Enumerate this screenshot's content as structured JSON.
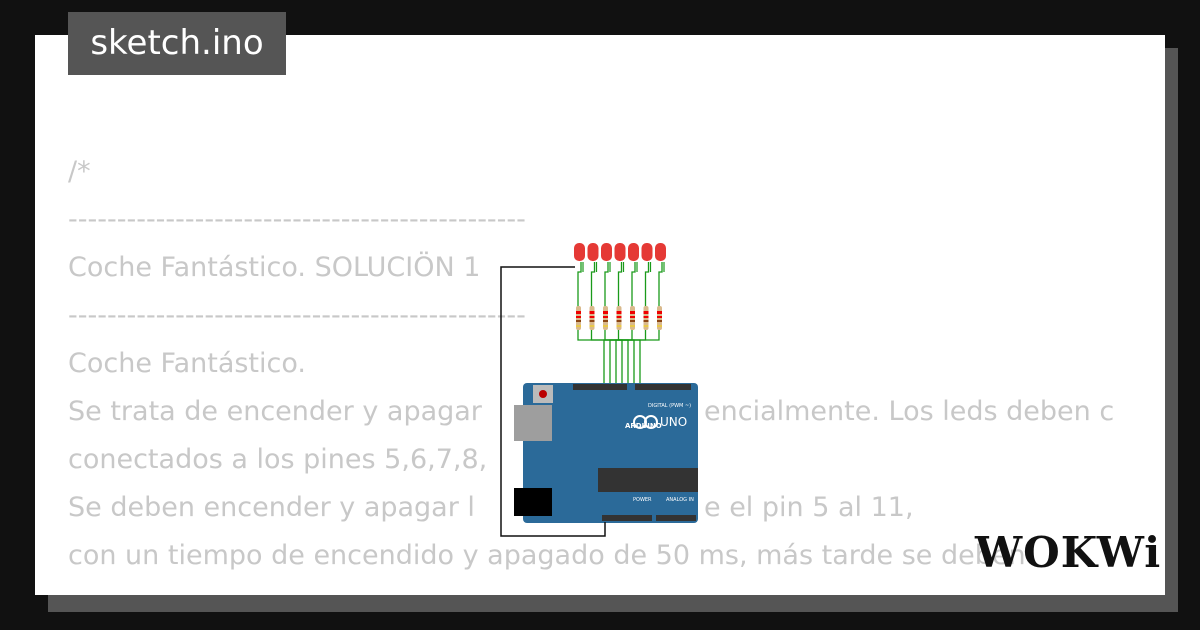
{
  "title": "sketch.ino",
  "code_lines": [
    {
      "left": "/*",
      "right": ""
    },
    {
      "left": "-----------------------------------------------",
      "right": ""
    },
    {
      "left": "Coche Fantástico. SOLUCIÖN 1",
      "right": ""
    },
    {
      "left": "-----------------------------------------------",
      "right": ""
    },
    {
      "left": "Coche Fantástico.",
      "right": ""
    },
    {
      "left": "Se trata de encender y apagar",
      "right": "encialmente. Los leds deben c"
    },
    {
      "left": "conectados a los pines 5,6,7,8,",
      "right": ""
    },
    {
      "left": "Se deben encender y apagar l",
      "right": "e el pin 5 al 11,"
    },
    {
      "left": "con un tiempo de encendido y apagado de 50 ms, más tarde se deben",
      "right": ""
    }
  ],
  "board": {
    "label": "UNO",
    "brand": "ARDUINO",
    "digital_label": "DIGITAL (PWM ~)",
    "power_label": "POWER",
    "analog_label": "ANALOG IN",
    "color": "#2b6a99"
  },
  "led_color": "#e53935",
  "wire_color": "#1a9a1a",
  "logo": "WOKWi"
}
